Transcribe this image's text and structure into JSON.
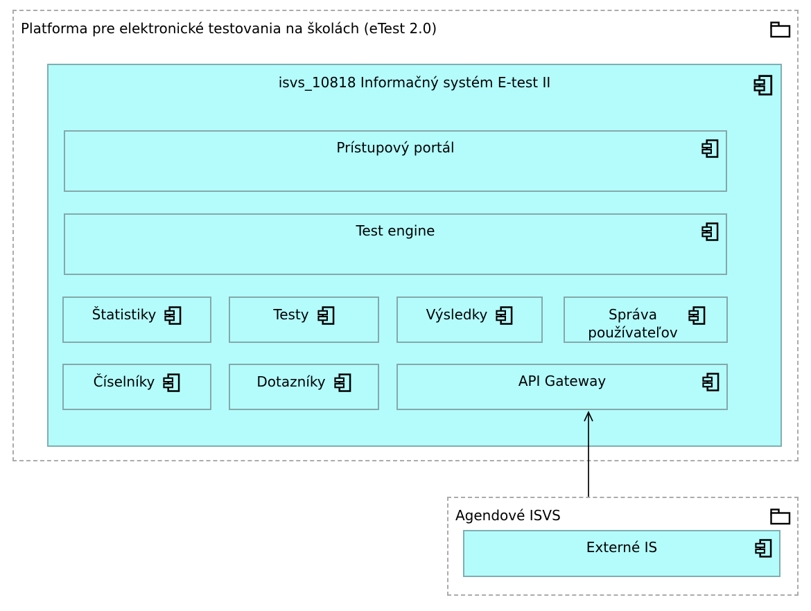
{
  "platform_group": {
    "title": "Platforma pre elektronické testovania na školách (eTest 2.0)",
    "icon": "folder-icon"
  },
  "system": {
    "title": "isvs_10818 Informačný systém E-test II",
    "icon": "component-icon"
  },
  "components": {
    "pristupovy_portal": "Prístupový portál",
    "test_engine": "Test engine",
    "statistiky": "Štatistiky",
    "testy": "Testy",
    "vysledky": "Výsledky",
    "sprava_pouzivatelov": "Správa používateľov",
    "ciselniky": "Číselníky",
    "dotazniky": "Dotazníky",
    "api_gateway": "API Gateway"
  },
  "agendove_group": {
    "title": "Agendové ISVS",
    "icon": "folder-icon"
  },
  "externe_is": {
    "label": "Externé IS",
    "icon": "component-icon"
  },
  "relations": [
    {
      "from": "Externé IS",
      "to": "API Gateway",
      "style": "solid",
      "arrowhead": "open"
    }
  ],
  "colors": {
    "node_fill": "#B4FCFC",
    "system_border": "#7FAEB1",
    "inner_node_border": "#85A8AA",
    "group_border": "#ABABAB",
    "text": "#000000",
    "background": "#ffffff"
  }
}
